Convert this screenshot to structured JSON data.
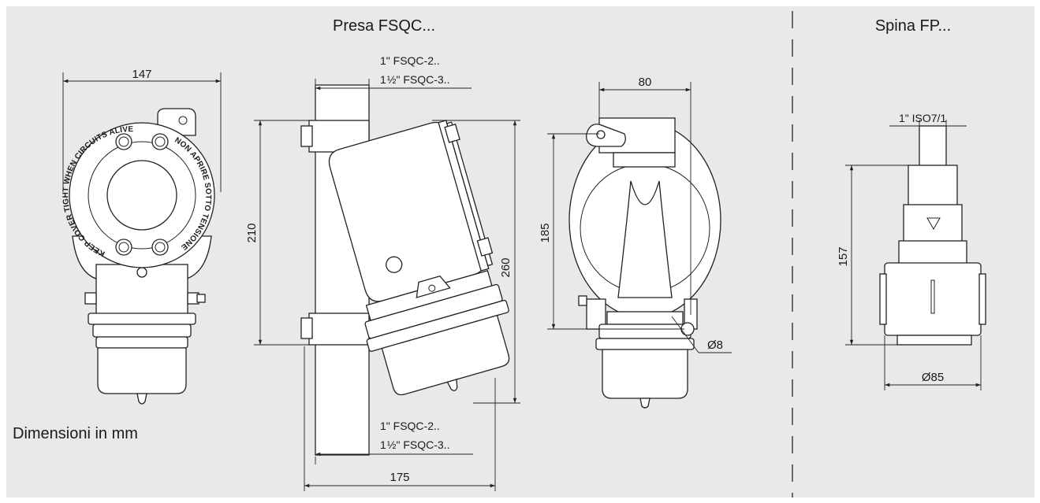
{
  "panel": {
    "background": "#e9e9e9",
    "line_color": "#222222",
    "note": "Dimensioni in mm"
  },
  "sections": {
    "socket_title": "Presa FSQC...",
    "plug_title": "Spina FP..."
  },
  "dimensions": {
    "front_width": "147",
    "front_height": "210",
    "side_total_height": "260",
    "side_width": "175",
    "back_width": "80",
    "back_height": "185",
    "hole_diameter": "Ø8",
    "plug_height": "157",
    "plug_diameter": "Ø85"
  },
  "threads": {
    "top_1": "1\" FSQC-2..",
    "top_2_prefix": "1",
    "top_2_fraction": "½",
    "top_2_suffix": "\" FSQC-3..",
    "bottom_1": "1\" FSQC-2..",
    "bottom_2_prefix": "1",
    "bottom_2_fraction": "½",
    "bottom_2_suffix": "\" FSQC-3..",
    "plug": "1\" ISO7/1"
  },
  "cover_text": {
    "left_arc": "KEEP COVER TIGHT WHEN CIRCUITS ALIVE",
    "right_arc": "NON APRIRE SOTTO TENSIONE"
  },
  "icons": {
    "plug_marker": "triangle-down-icon"
  }
}
